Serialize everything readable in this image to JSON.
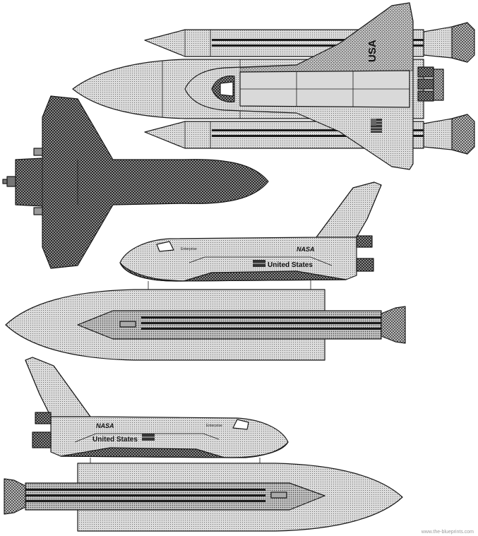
{
  "views": {
    "top": {
      "label": "USA"
    },
    "side_right": {
      "label_nasa": "NASA",
      "label_us": "United States",
      "orbiter_name": "Enterprise"
    },
    "side_left": {
      "label_nasa": "NASA",
      "label_us": "United States",
      "orbiter_name": "Enterprise"
    }
  },
  "credit": "www.the-blueprints.com",
  "colors": {
    "line": "#1a1a1a",
    "fill_light": "#d9d9d9",
    "fill_mid": "#bdbdbd",
    "fill_dark": "#6e6e6e",
    "paper": "#ffffff"
  }
}
